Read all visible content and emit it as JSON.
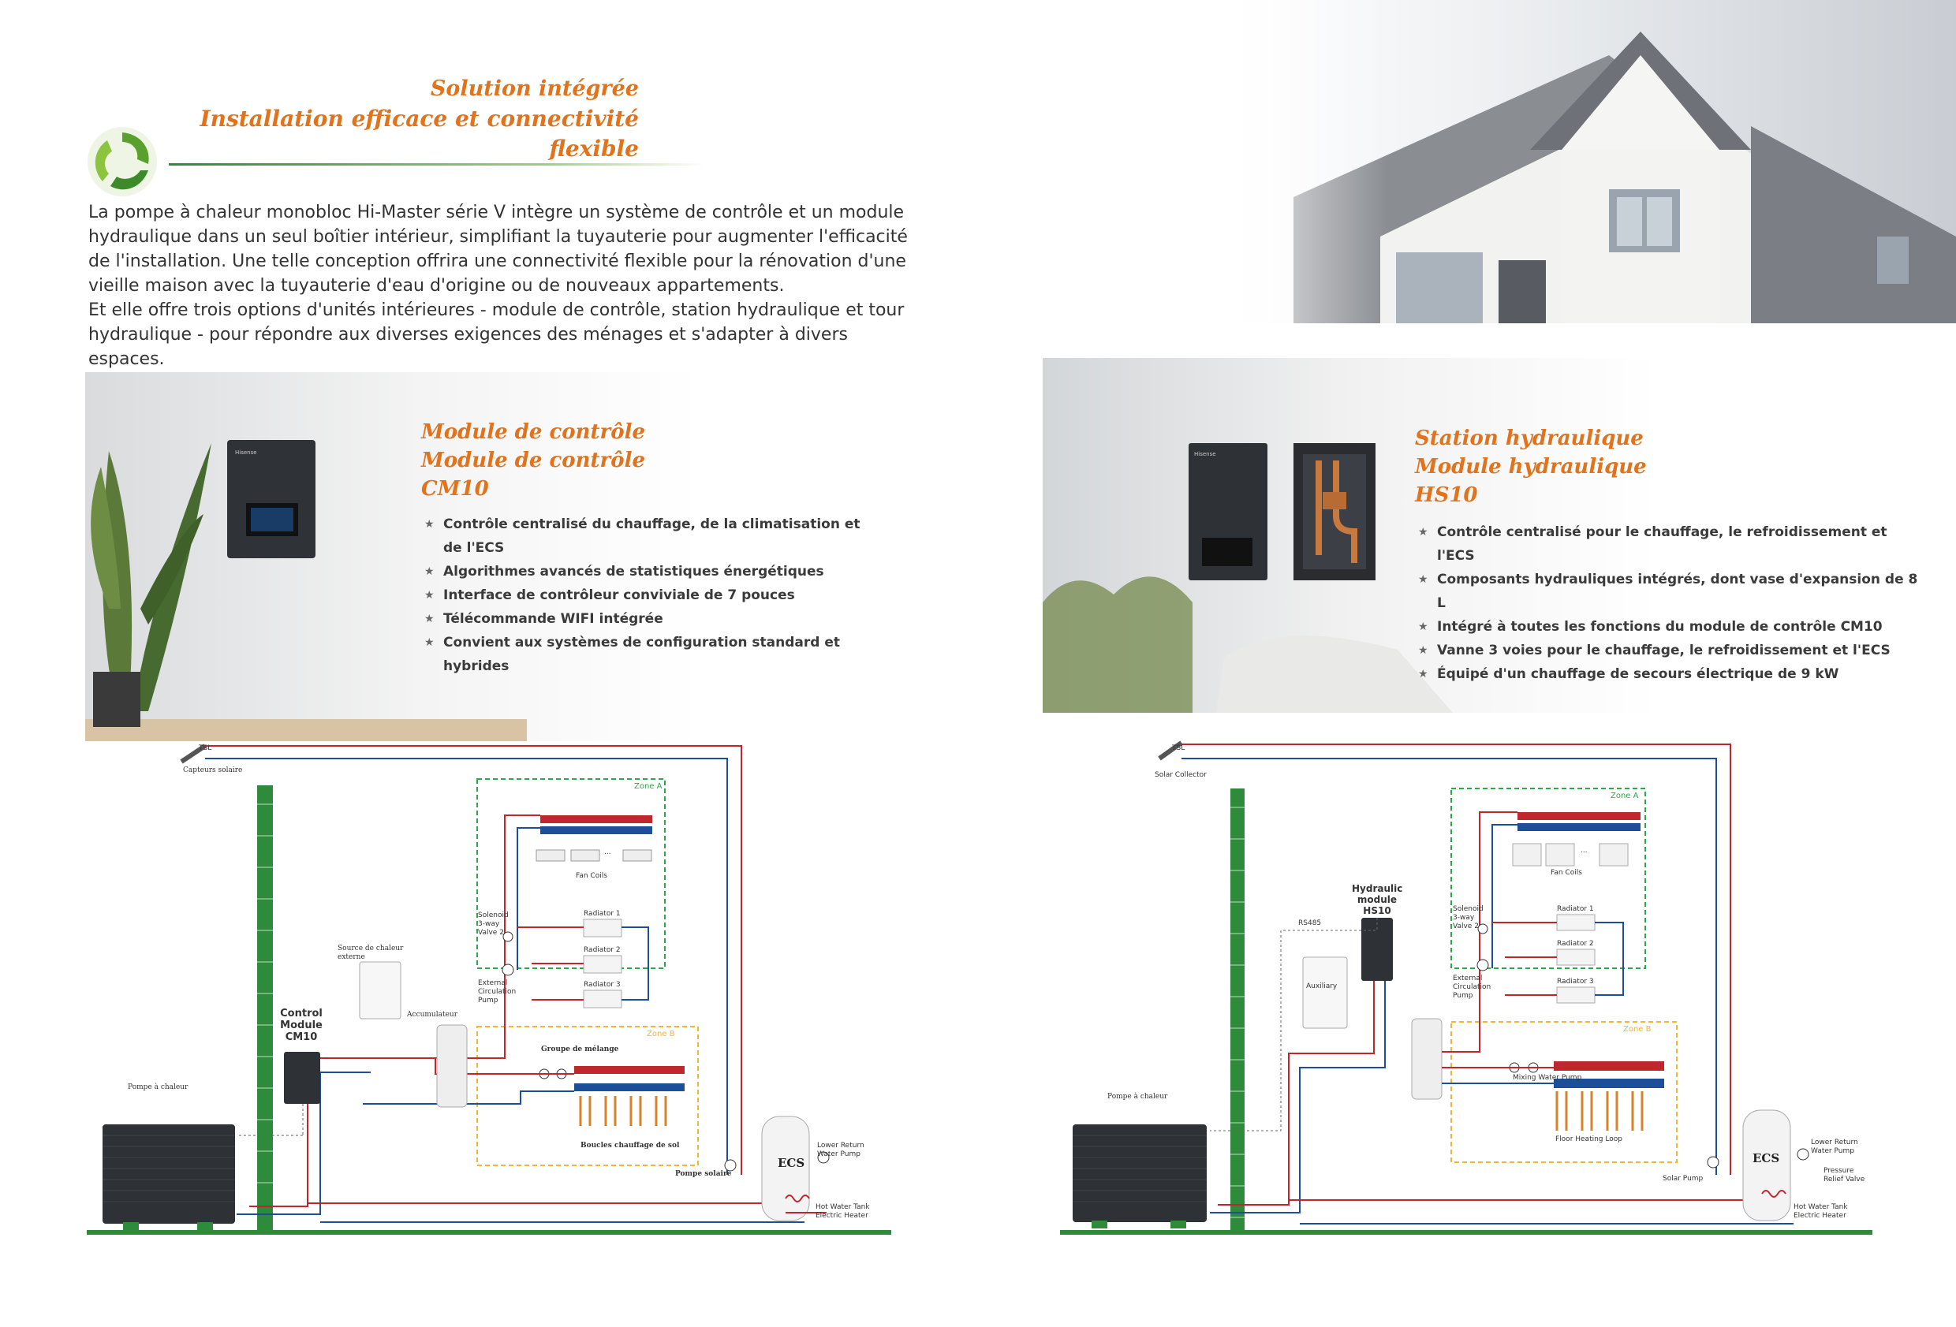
{
  "header": {
    "title_line1": "Solution intégrée",
    "title_line2": "Installation efficace et connectivité flexible",
    "logo": "green-recycle-swirl-logo"
  },
  "intro": {
    "paragraph1": "La pompe à chaleur monobloc Hi-Master série V intègre un système de contrôle et un module hydraulique dans un seul boîtier intérieur, simplifiant la tuyauterie pour augmenter l'efficacité de l'installation. Une telle conception offrira une connectivité flexible pour la rénovation d'une vieille maison avec la tuyauterie d'eau d'origine ou de nouveaux appartements.",
    "paragraph2": "Et elle offre trois options d'unités intérieures - module de contrôle, station hydraulique et tour hydraulique - pour répondre aux diverses exigences des ménages et s'adapter à divers espaces."
  },
  "cm10": {
    "title": "Module de contrôle",
    "subtitle": "Module de contrôle CM10",
    "features": [
      "Contrôle centralisé du chauffage, de la climatisation et de l'ECS",
      "Algorithmes avancés de statistiques énergétiques",
      "Interface de contrôleur conviviale de 7 pouces",
      "Télécommande WIFI intégrée",
      "Convient aux systèmes de configuration standard et hybrides"
    ],
    "device_brand": "Hisense"
  },
  "hs10": {
    "title": "Station hydraulique",
    "subtitle": "Module hydraulique HS10",
    "features": [
      "Contrôle centralisé pour le chauffage, le refroidissement et l'ECS",
      "Composants hydrauliques intégrés, dont vase d'expansion de 8 L",
      "Intégré à toutes les fonctions du module de contrôle CM10",
      "Vanne 3 voies pour le chauffage, le refroidissement et l'ECS",
      "Équipé d'un chauffage de secours électrique de 9 kW"
    ],
    "device_brand": "Hisense"
  },
  "diagram_left": {
    "tsl": "TSL",
    "solar": "Capteurs solaire",
    "zone_a": "Zone A",
    "zone_b": "Zone B",
    "fan_coils": "Fan Coils",
    "dots": "...",
    "solenoid": "Solenoid 3-way Valve 2",
    "radiator1": "Radiator 1",
    "radiator2": "Radiator 2",
    "radiator3": "Radiator 3",
    "ext_pump": "External Circulation Pump",
    "ext_source": "Source de chaleur externe",
    "accumulator": "Accumulateur",
    "control_module": "Control Module CM10",
    "mixing_group": "Groupe de mélange",
    "floor_loops": "Boucles  chauffage de sol",
    "heat_pump": "Pompe à chaleur",
    "solar_pump": "Pompe solaire",
    "ecs": "ECS",
    "lower_return": "Lower Return Water Pump",
    "hot_water": "Hot Water Tank Electric Heater"
  },
  "diagram_right": {
    "tsl": "TSL",
    "solar": "Solar Collector",
    "zone_a": "Zone A",
    "zone_b": "Zone B",
    "fan_coils": "Fan Coils",
    "dots": "...",
    "solenoid": "Solenoid 3-way Valve 2",
    "radiator1": "Radiator 1",
    "radiator2": "Radiator 2",
    "radiator3": "Radiator 3",
    "ext_pump": "External Circulation Pump",
    "rs485": "RS485",
    "hydraulic": "Hydraulic module HS10",
    "auxiliary": "Auxiliary",
    "mixing_pump": "Mixing Water Pump",
    "floor_loop": "Floor Heating Loop",
    "heat_pump": "Pompe à chaleur",
    "solar_pump": "Solar Pump",
    "ecs": "ECS",
    "lower_return": "Lower Return Water Pump",
    "pressure_relief": "Pressure Relief Valve",
    "hot_water": "Hot Water Tank Electric Heater"
  },
  "colors": {
    "accent": "#e0731c",
    "hot_pipe": "#c0272d",
    "cold_pipe": "#1c4e9a",
    "ground": "#2e8b3c",
    "zone_a": "#2aa84a",
    "zone_b": "#f2b535"
  }
}
